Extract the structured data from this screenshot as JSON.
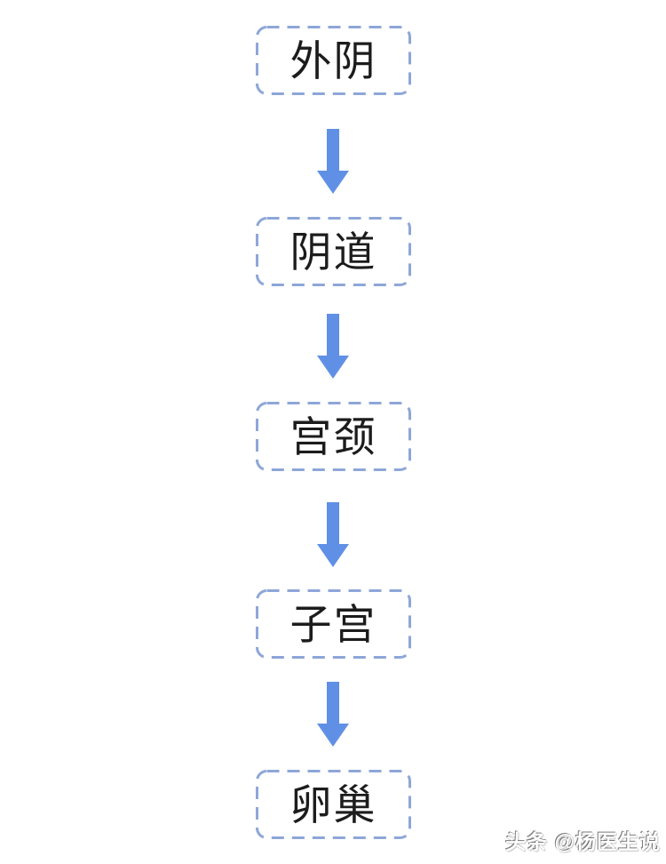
{
  "diagram": {
    "type": "flowchart",
    "flow_direction": "top-to-bottom",
    "nodes": [
      "外阴",
      "阴道",
      "宫颈",
      "子宫",
      "卵巢"
    ],
    "colors": {
      "node_border": "#8EA6D8",
      "arrow": "#6090E6",
      "node_text": "#1C1C1C",
      "background": "#FFFFFF"
    }
  },
  "watermark": {
    "text": "头条 @杨医生说",
    "color": "#FFFFFF"
  }
}
